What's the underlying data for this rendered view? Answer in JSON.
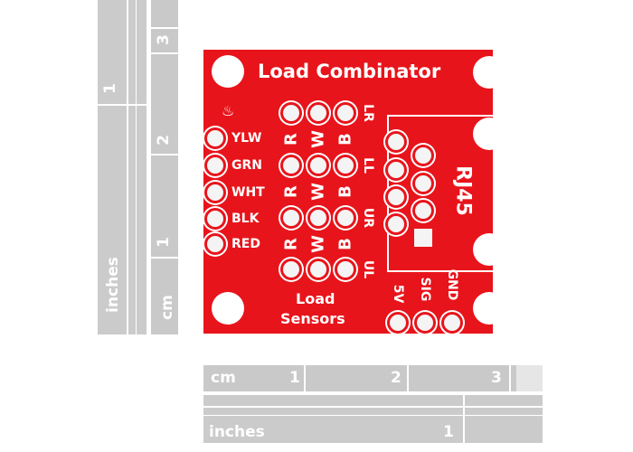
{
  "board": {
    "title": "Load Combinator",
    "subtitle_line1": "Load",
    "subtitle_line2": "Sensors",
    "connector": "RJ45",
    "wire_labels": [
      "YLW",
      "GRN",
      "WHT",
      "BLK",
      "RED"
    ],
    "sensor_labels": [
      "LR",
      "LL",
      "UR",
      "UL"
    ],
    "column_letters": [
      "R",
      "W",
      "B"
    ],
    "header_labels": [
      "5V",
      "SIG",
      "GND"
    ],
    "color": "#e8141b"
  },
  "rulers": {
    "vertical_inches": {
      "unit": "inches",
      "marks": [
        "1"
      ]
    },
    "vertical_cm": {
      "unit": "cm",
      "marks": [
        "3",
        "2",
        "1"
      ]
    },
    "horizontal_cm": {
      "unit": "cm",
      "marks": [
        "1",
        "2",
        "3"
      ]
    },
    "horizontal_inches": {
      "unit": "inches",
      "marks": [
        "1"
      ]
    }
  }
}
